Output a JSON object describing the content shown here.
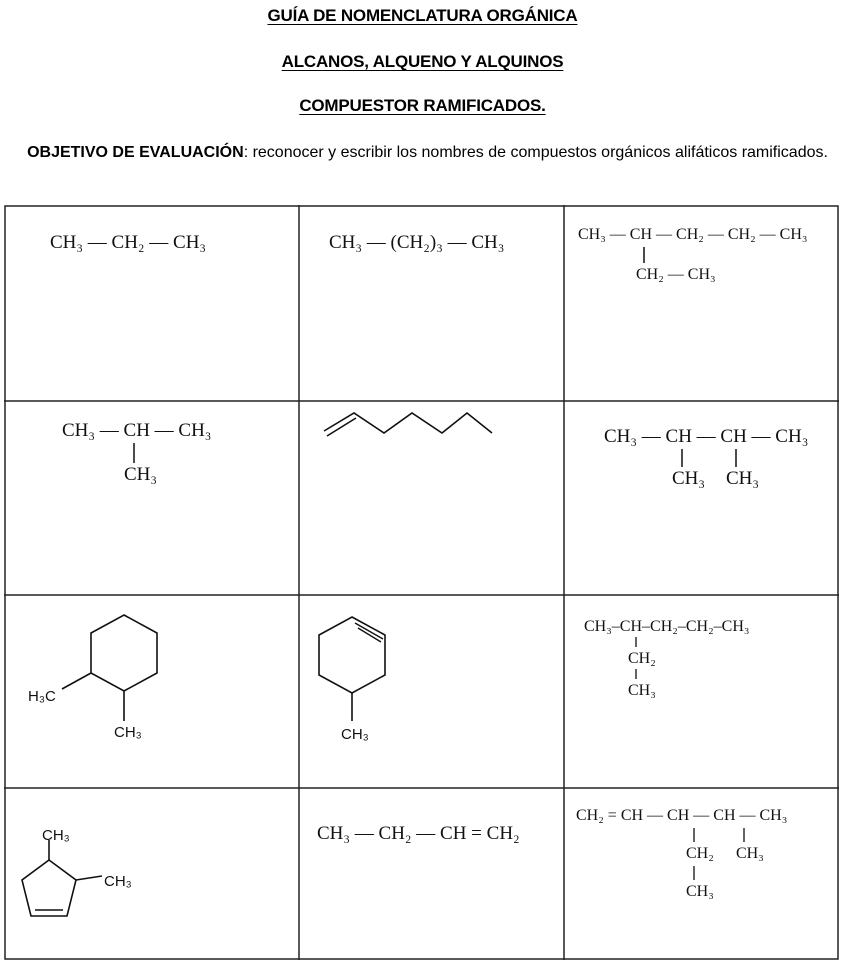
{
  "header": {
    "title1": "GUÍA DE NOMENCLATURA ORGÁNICA",
    "title2": "ALCANOS, ALQUENO Y ALQUINOS",
    "title3": "COMPUESTOR RAMIFICADOS.",
    "objective_label": "OBJETIVO DE EVALUACIÓN",
    "objective_text": ": reconocer y escribir los nombres de compuestos orgánicos alifáticos ramificados."
  },
  "cells": {
    "c1": {
      "main": "CH₃ — CH₂ — CH₃"
    },
    "c2": {
      "main": "CH₃ — (CH₂)₃ — CH₃"
    },
    "c3": {
      "main": "CH₃ — CH — CH₂ — CH₂ — CH₃",
      "branch": "CH₂ — CH₃"
    },
    "c4": {
      "main": "CH₃ — CH — CH₃",
      "branch": "CH₃"
    },
    "c6": {
      "main": "CH₃ — CH — CH — CH₃",
      "branch1": "CH₃",
      "branch2": "CH₃"
    },
    "c7": {
      "h3c": "H₃C",
      "ch3": "CH₃"
    },
    "c8": {
      "ch3": "CH₃"
    },
    "c9": {
      "main": "CH₃–CH–CH₂–CH₂–CH₃",
      "b1": "CH₂",
      "b2": "CH₃"
    },
    "c10": {
      "ch3a": "CH₃",
      "ch3b": "CH₃"
    },
    "c11": {
      "main": "CH₃ — CH₂ — CH = CH₂"
    },
    "c12": {
      "main": "CH₂ = CH — CH — CH — CH₃",
      "b1": "CH₂",
      "b2": "CH₃",
      "b3": "CH₃"
    }
  }
}
